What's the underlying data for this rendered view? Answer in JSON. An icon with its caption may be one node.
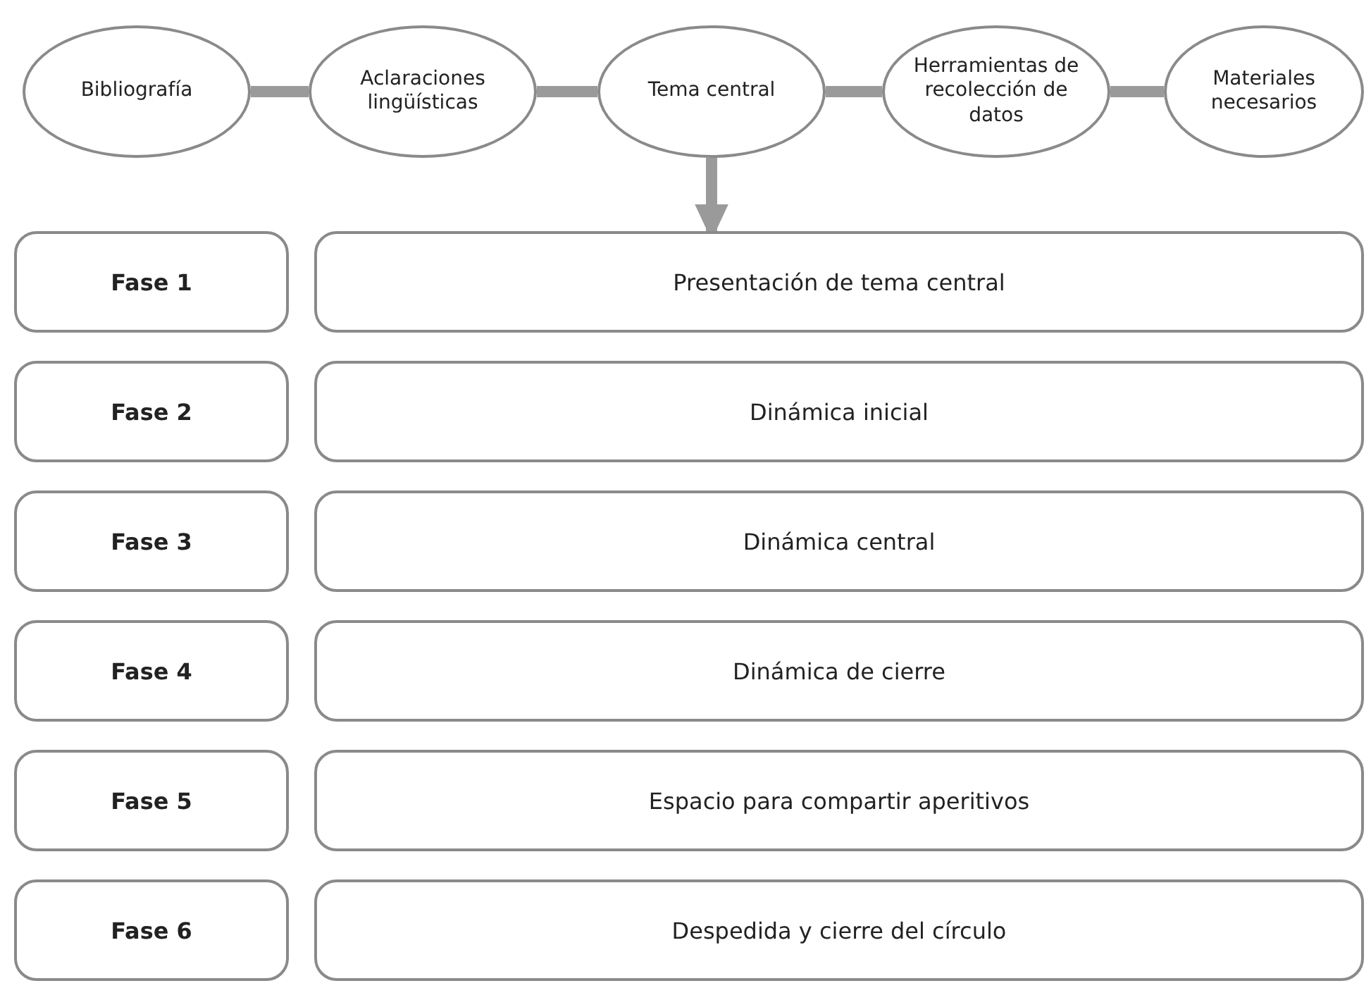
{
  "diagram": {
    "nodes": [
      {
        "text": [
          "Bibliografía"
        ]
      },
      {
        "text": [
          "Aclaraciones lingüísticas"
        ]
      },
      {
        "text": [
          "Tema central"
        ]
      },
      {
        "text": [
          "Herramientas de recolección de datos"
        ]
      },
      {
        "text": [
          "Materiales necesarios"
        ]
      },
      {
        "text": [
          "Fase 1"
        ]
      },
      {
        "text": [
          "Presentación de tema central"
        ]
      },
      {
        "text": [
          "Fase 2"
        ]
      },
      {
        "text": [
          "Dinámica inicial"
        ]
      },
      {
        "text": [
          "Fase 3"
        ]
      },
      {
        "text": [
          "Dinámica central"
        ]
      },
      {
        "text": [
          "Fase 4"
        ]
      },
      {
        "text": [
          "Dinámica de cierre"
        ]
      },
      {
        "text": [
          "Fase 5"
        ]
      },
      {
        "text": [
          "Espacio para compartir aperitivos"
        ]
      },
      {
        "text": [
          "Fase 6"
        ]
      },
      {
        "text": [
          "Despedida y cierre del círculo"
        ]
      }
    ],
    "edges": [
      {
        "from": 0,
        "to": 1,
        "arrow": "none"
      },
      {
        "from": 1,
        "to": 2,
        "arrow": "none"
      },
      {
        "from": 2,
        "to": 3,
        "arrow": "none"
      },
      {
        "from": 3,
        "to": 4,
        "arrow": "none"
      },
      {
        "from": 2,
        "to": 6,
        "arrow": "to"
      }
    ]
  }
}
